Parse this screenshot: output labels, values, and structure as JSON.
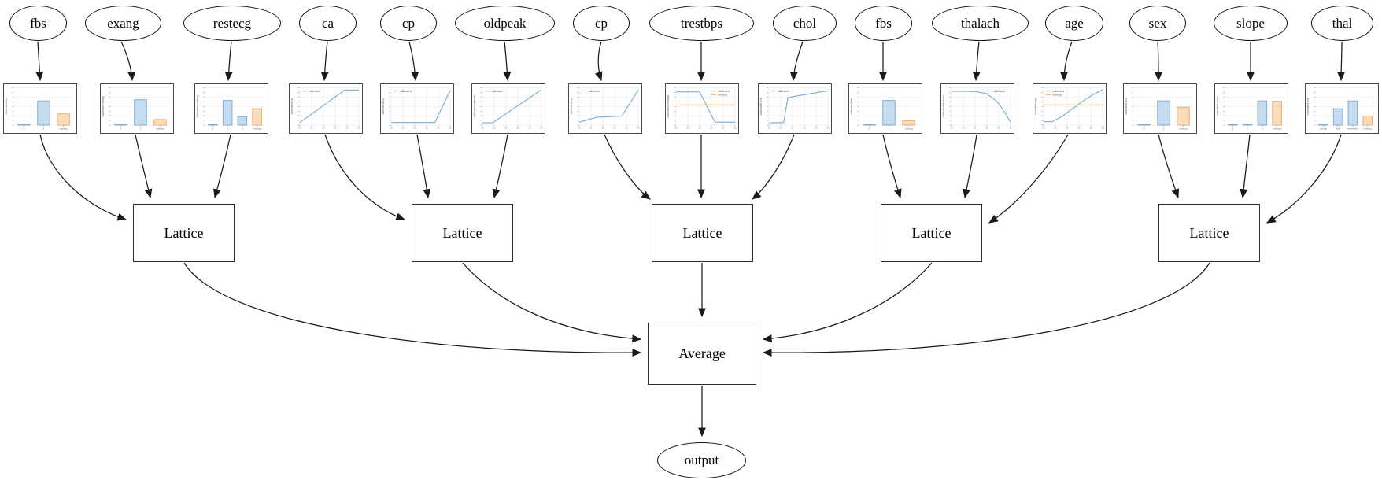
{
  "nodes": {
    "lattice_label": "Lattice",
    "average_label": "Average",
    "output_label": "output"
  },
  "legend_labels": {
    "calibrated": "calibrated",
    "missing": "missing"
  },
  "colors": {
    "line_blue": "#7aaed6",
    "line_orange": "#f9b26a",
    "bar_blue_fill": "#c5dbee",
    "bar_blue_edge": "#74a9d8",
    "bar_orange_fill": "#fbdcba",
    "bar_orange_edge": "#f4a45c",
    "grid": "#e8e8e8",
    "tick": "#999999",
    "axis_label": "#666666",
    "edge_black": "#1a1a1a"
  },
  "chart_data": [
    {
      "feature": "fbs",
      "type": "bar",
      "ylabel": "calibrated fbs",
      "categories": [
        "0",
        "1",
        "missing"
      ],
      "values": [
        0.02,
        0.65,
        0.3
      ],
      "bar_colors": [
        "blue",
        "blue",
        "orange"
      ]
    },
    {
      "feature": "exang",
      "type": "bar",
      "ylabel": "calibrated exang",
      "categories": [
        "0",
        "1",
        "missing"
      ],
      "values": [
        0.02,
        0.68,
        0.15
      ],
      "bar_colors": [
        "blue",
        "blue",
        "orange"
      ]
    },
    {
      "feature": "restecg",
      "type": "bar",
      "ylabel": "calibrated restecg",
      "categories": [
        "0",
        "1",
        "2",
        "missing"
      ],
      "values": [
        0.02,
        0.66,
        0.22,
        0.44
      ],
      "bar_colors": [
        "blue",
        "blue",
        "blue",
        "orange"
      ]
    },
    {
      "feature": "ca",
      "type": "line",
      "ylabel": "calibrated ca",
      "legend_pos": "left",
      "series": [
        {
          "name": "calibrated",
          "color": "blue",
          "points": [
            [
              0,
              0.07
            ],
            [
              0.76,
              0.94
            ],
            [
              1,
              0.94
            ]
          ]
        }
      ]
    },
    {
      "feature": "cp",
      "type": "line",
      "ylabel": "calibrated cp",
      "legend_pos": "left",
      "series": [
        {
          "name": "calibrated",
          "color": "blue",
          "points": [
            [
              0,
              0.07
            ],
            [
              0.74,
              0.07
            ],
            [
              1,
              0.93
            ]
          ]
        }
      ]
    },
    {
      "feature": "oldpeak",
      "type": "line",
      "ylabel": "calibrated oldpeak",
      "legend_pos": "left",
      "series": [
        {
          "name": "calibrated",
          "color": "blue",
          "points": [
            [
              0,
              0.06
            ],
            [
              0.17,
              0.06
            ],
            [
              1,
              0.95
            ]
          ]
        }
      ]
    },
    {
      "feature": "cp",
      "type": "line",
      "ylabel": "calibrated cp",
      "legend_pos": "left",
      "series": [
        {
          "name": "calibrated",
          "color": "blue",
          "points": [
            [
              0,
              0.08
            ],
            [
              0.3,
              0.21
            ],
            [
              0.72,
              0.24
            ],
            [
              1,
              0.94
            ]
          ]
        }
      ]
    },
    {
      "feature": "trestbps",
      "type": "line",
      "ylabel": "calibrated trestbps",
      "legend_pos": "right",
      "series": [
        {
          "name": "calibrated",
          "color": "blue",
          "points": [
            [
              0,
              0.89
            ],
            [
              0.4,
              0.89
            ],
            [
              0.66,
              0.08
            ],
            [
              1,
              0.08
            ]
          ]
        },
        {
          "name": "missing",
          "color": "orange",
          "points": [
            [
              0,
              0.54
            ],
            [
              1,
              0.54
            ]
          ]
        }
      ]
    },
    {
      "feature": "chol",
      "type": "line",
      "ylabel": "calibrated chol",
      "legend_pos": "left",
      "series": [
        {
          "name": "calibrated",
          "color": "blue",
          "points": [
            [
              0,
              0.06
            ],
            [
              0.25,
              0.07
            ],
            [
              0.32,
              0.74
            ],
            [
              1,
              0.92
            ]
          ]
        }
      ]
    },
    {
      "feature": "fbs",
      "type": "bar",
      "ylabel": "calibrated fbs",
      "categories": [
        "0",
        "1",
        "missing"
      ],
      "values": [
        0.02,
        0.66,
        0.12
      ],
      "bar_colors": [
        "blue",
        "blue",
        "orange"
      ]
    },
    {
      "feature": "thalach",
      "type": "line",
      "ylabel": "calibrated thalach",
      "legend_pos": "right",
      "series": [
        {
          "name": "calibrated",
          "color": "blue",
          "points": [
            [
              0,
              0.91
            ],
            [
              0.4,
              0.9
            ],
            [
              0.6,
              0.84
            ],
            [
              0.78,
              0.62
            ],
            [
              0.9,
              0.35
            ],
            [
              1,
              0.08
            ]
          ]
        }
      ]
    },
    {
      "feature": "age",
      "type": "line",
      "ylabel": "calibrated age",
      "legend_pos": "left",
      "series": [
        {
          "name": "calibrated",
          "color": "blue",
          "points": [
            [
              0,
              0.09
            ],
            [
              0.14,
              0.09
            ],
            [
              0.3,
              0.22
            ],
            [
              0.5,
              0.45
            ],
            [
              0.7,
              0.68
            ],
            [
              0.85,
              0.83
            ],
            [
              1,
              0.95
            ]
          ]
        },
        {
          "name": "missing",
          "color": "orange",
          "points": [
            [
              0,
              0.54
            ],
            [
              1,
              0.54
            ]
          ]
        }
      ]
    },
    {
      "feature": "sex",
      "type": "bar",
      "ylabel": "calibrated sex",
      "categories": [
        "0",
        "1",
        "missing"
      ],
      "values": [
        0.02,
        0.65,
        0.48
      ],
      "bar_colors": [
        "blue",
        "blue",
        "orange"
      ]
    },
    {
      "feature": "slope",
      "type": "bar",
      "ylabel": "calibrated slope",
      "categories": [
        "1",
        "2",
        "3",
        "missing"
      ],
      "values": [
        0.02,
        0.02,
        0.65,
        0.64
      ],
      "bar_colors": [
        "blue",
        "blue",
        "blue",
        "orange"
      ]
    },
    {
      "feature": "thal",
      "type": "bar",
      "ylabel": "calibrated thal",
      "categories": [
        "normal",
        "fixed",
        "reversible",
        "missing"
      ],
      "values": [
        0.02,
        0.44,
        0.65,
        0.24
      ],
      "bar_colors": [
        "blue",
        "blue",
        "blue",
        "orange"
      ]
    }
  ]
}
